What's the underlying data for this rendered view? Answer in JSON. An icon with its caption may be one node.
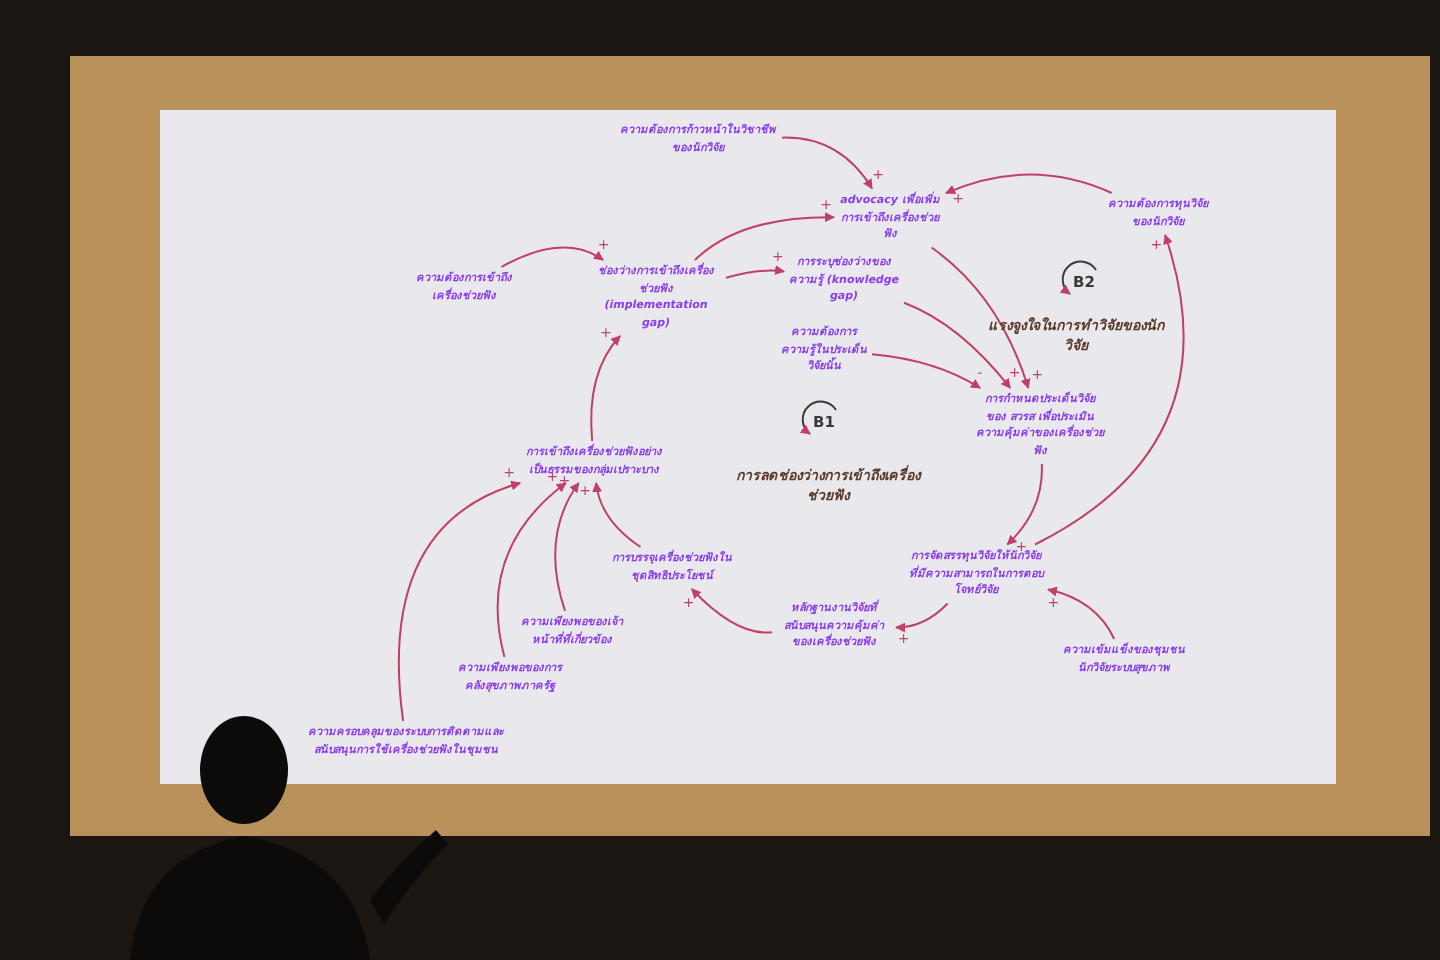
{
  "diagram": {
    "nodes": [
      {
        "text": [
          "ความต้องการก้าวหน้าในวิชาชีพของนักวิจัย"
        ]
      },
      {
        "text": [
          "advocacy เพื่อเพิ่มการเข้าถึงเครื่องช่วยฟัง"
        ]
      },
      {
        "text": [
          "ความต้องการทุนวิจัยของนักวิจัย"
        ]
      },
      {
        "text": [
          "ความต้องการเข้าถึงเครื่องช่วยฟัง"
        ]
      },
      {
        "text": [
          "ช่องว่างการเข้าถึงเครื่องช่วยฟัง (implementation gap)"
        ]
      },
      {
        "text": [
          "การระบุช่องว่างของความรู้ (knowledge gap)"
        ]
      },
      {
        "text": [
          "ความต้องการความรู้ในประเด็นวิจัยนั้น"
        ]
      },
      {
        "text": [
          "การกำหนดประเด็นวิจัยของ สวรส เพื่อประเมินความคุ้มค่าของเครื่องช่วยฟัง"
        ]
      },
      {
        "text": [
          "การเข้าถึงเครื่องช่วยฟังอย่างเป็นธรรมของกลุ่มเปราะบาง"
        ]
      },
      {
        "text": [
          "การบรรจุเครื่องช่วยฟังในชุดสิทธิประโยชน์"
        ]
      },
      {
        "text": [
          "การจัดสรรทุนวิจัยให้นักวิจัยที่มีความสามารถในการตอบโจทย์วิจัย"
        ]
      },
      {
        "text": [
          "หลักฐานงานวิจัยที่สนับสนุนความคุ้มค่าของเครื่องช่วยฟัง"
        ]
      },
      {
        "text": [
          "ความเพียงพอของเจ้าหน้าที่ที่เกี่ยวข้อง"
        ]
      },
      {
        "text": [
          "ความเพียงพอของการคลังสุขภาพภาครัฐ"
        ]
      },
      {
        "text": [
          "ความครอบคลุมของระบบการติดตามและสนับสนุนการใช้เครื่องช่วยฟังในชุมชน"
        ]
      },
      {
        "text": [
          "ความเข้มแข็งของชุมชนนักวิจัยระบบสุขภาพ"
        ]
      }
    ],
    "edges": [
      {
        "from": 0,
        "to": 1,
        "arrow": "to",
        "label": "+"
      },
      {
        "from": 2,
        "to": 1,
        "arrow": "to",
        "label": "+"
      },
      {
        "from": 3,
        "to": 4,
        "arrow": "to",
        "label": "+"
      },
      {
        "from": 4,
        "to": 1,
        "arrow": "to",
        "label": "+"
      },
      {
        "from": 4,
        "to": 5,
        "arrow": "to",
        "label": "+"
      },
      {
        "from": 5,
        "to": 7,
        "arrow": "to",
        "label": "+"
      },
      {
        "from": 6,
        "to": 7,
        "arrow": "to",
        "label": "-"
      },
      {
        "from": 1,
        "to": 7,
        "arrow": "to",
        "label": "+"
      },
      {
        "from": 7,
        "to": 10,
        "arrow": "to",
        "label": "+"
      },
      {
        "from": 10,
        "to": 2,
        "arrow": "to",
        "label": "+"
      },
      {
        "from": 10,
        "to": 11,
        "arrow": "to",
        "label": "+"
      },
      {
        "from": 11,
        "to": 9,
        "arrow": "to",
        "label": "+"
      },
      {
        "from": 15,
        "to": 10,
        "arrow": "to",
        "label": "+"
      },
      {
        "from": 9,
        "to": 8,
        "arrow": "to",
        "label": "+"
      },
      {
        "from": 12,
        "to": 8,
        "arrow": "to",
        "label": "+"
      },
      {
        "from": 13,
        "to": 8,
        "arrow": "to",
        "label": "+"
      },
      {
        "from": 14,
        "to": 8,
        "arrow": "to",
        "label": "+"
      },
      {
        "from": 8,
        "to": 4,
        "arrow": "to",
        "label": "+"
      }
    ],
    "labels": [
      "B1",
      "การลดช่องว่างการเข้าถึงเครื่องช่วยฟัง",
      "B2",
      "แรงจูงใจในการทำวิจัยของนักวิจัย"
    ]
  }
}
